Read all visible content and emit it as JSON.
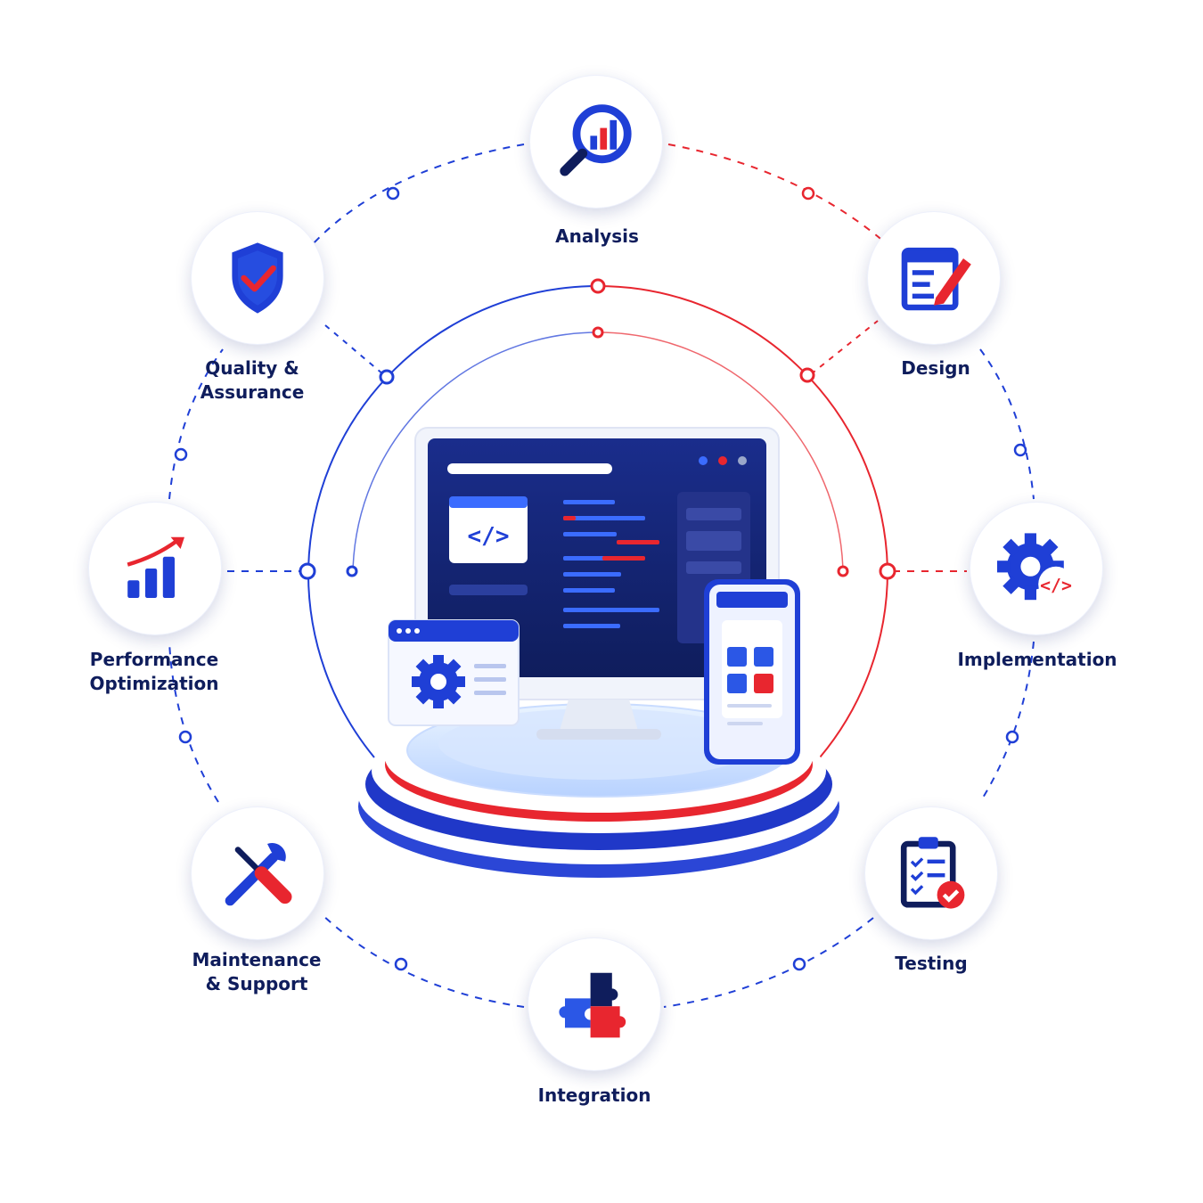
{
  "stages": [
    {
      "id": "analysis",
      "label": "Analysis",
      "icon": "magnifier-chart-icon"
    },
    {
      "id": "design",
      "label": "Design",
      "icon": "document-pencil-icon"
    },
    {
      "id": "implementation",
      "label": "Implementation",
      "icon": "gear-code-icon"
    },
    {
      "id": "testing",
      "label": "Testing",
      "icon": "clipboard-checklist-icon"
    },
    {
      "id": "integration",
      "label": "Integration",
      "icon": "puzzle-pieces-icon"
    },
    {
      "id": "maintenance",
      "label": "Maintenance\n& Support",
      "icon": "wrench-screwdriver-icon"
    },
    {
      "id": "performance",
      "label": "Performance\nOptimization",
      "icon": "bar-chart-arrow-icon"
    },
    {
      "id": "quality",
      "label": "Quality &\nAssurance",
      "icon": "shield-check-icon"
    }
  ],
  "center": {
    "icon": "monitor-phone-platform-icon",
    "code_glyph": "</>"
  },
  "colors": {
    "blue": "#1f3fd6",
    "navy": "#0f1d5c",
    "red": "#e8262f",
    "light_blue": "#dfe7ff"
  }
}
